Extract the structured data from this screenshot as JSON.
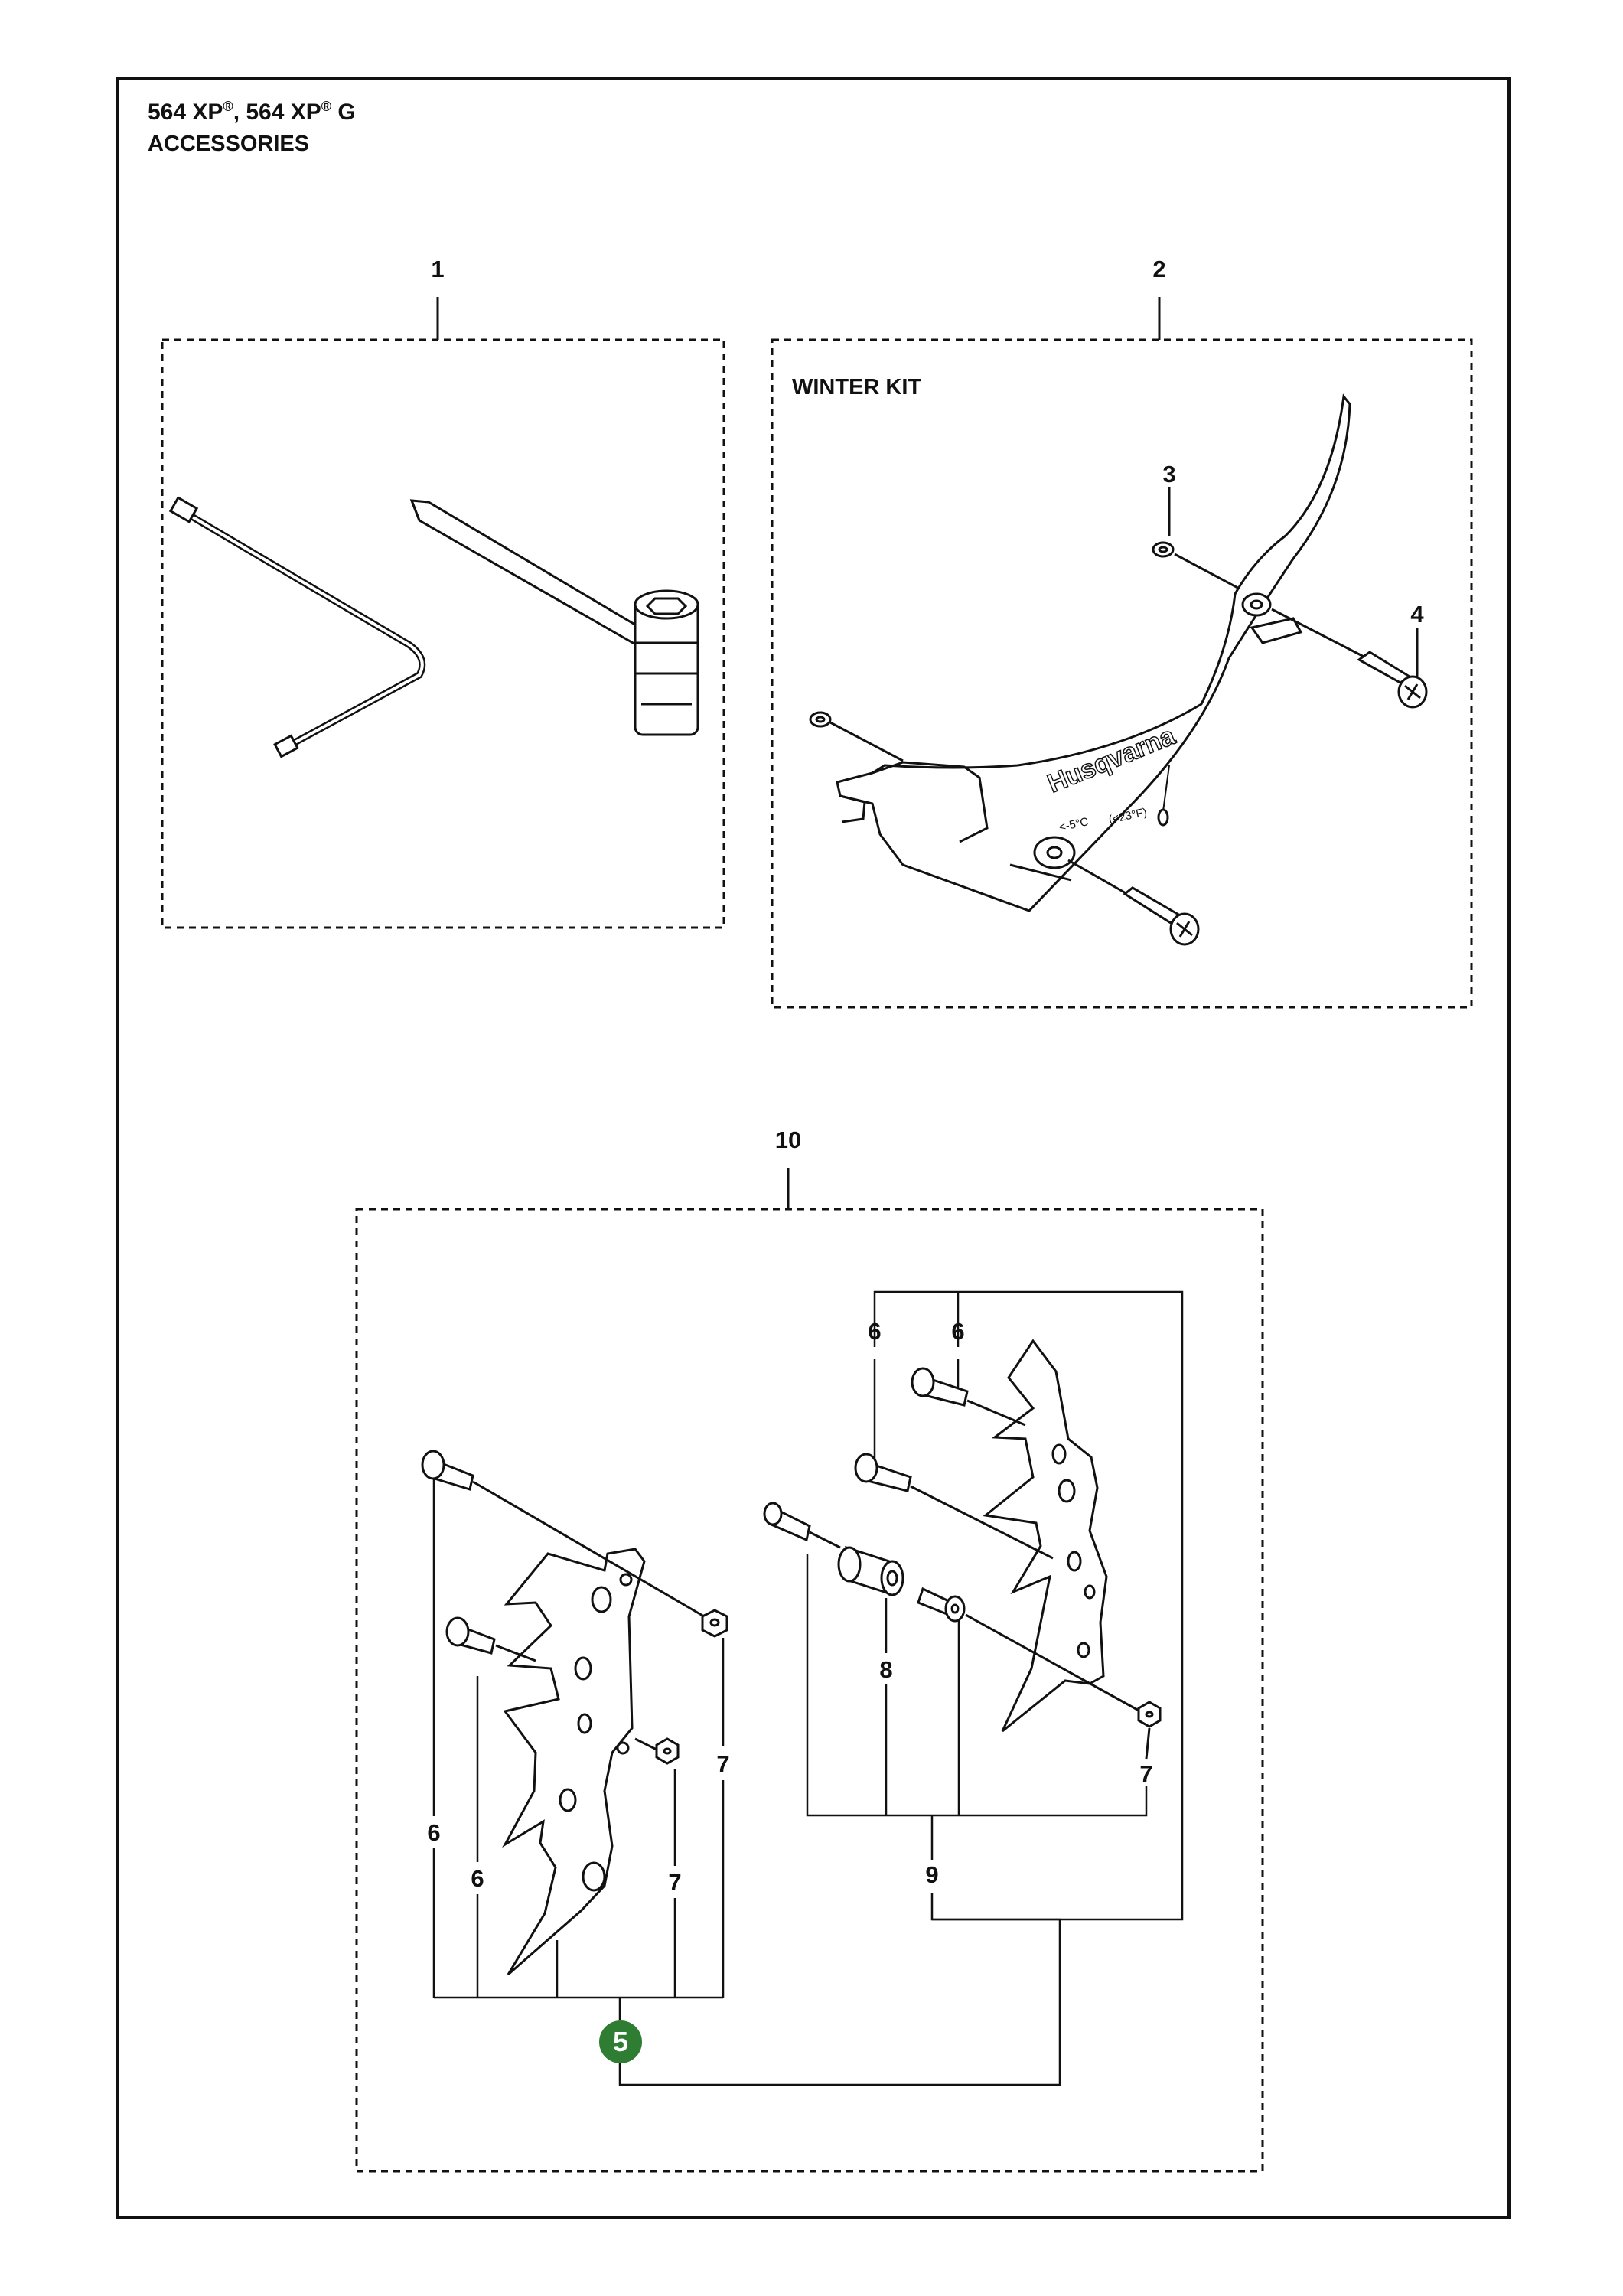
{
  "header": {
    "model_a": "564 XP",
    "reg_a": "®",
    "model_sep": ", 564 XP",
    "reg_b": "®",
    "model_suffix": " G",
    "section": "ACCESSORIES"
  },
  "boxes": {
    "tools": {
      "callout": "1"
    },
    "winter_kit": {
      "callout": "2",
      "label": "WINTER KIT"
    },
    "bumper_spikes": {
      "callout": "10"
    }
  },
  "callouts": {
    "c3": "3",
    "c4": "4",
    "c6a": "6",
    "c6b": "6",
    "c6c": "6",
    "c6d": "6",
    "c7a": "7",
    "c7b": "7",
    "c7c": "7",
    "c8": "8",
    "c9": "9",
    "c5": "5"
  },
  "logo": {
    "brand": "Husqvarna",
    "temp_c": "<-5°C",
    "temp_f": "(<23°F)"
  },
  "colors": {
    "badge": "#2e7d32",
    "line": "#111111"
  }
}
